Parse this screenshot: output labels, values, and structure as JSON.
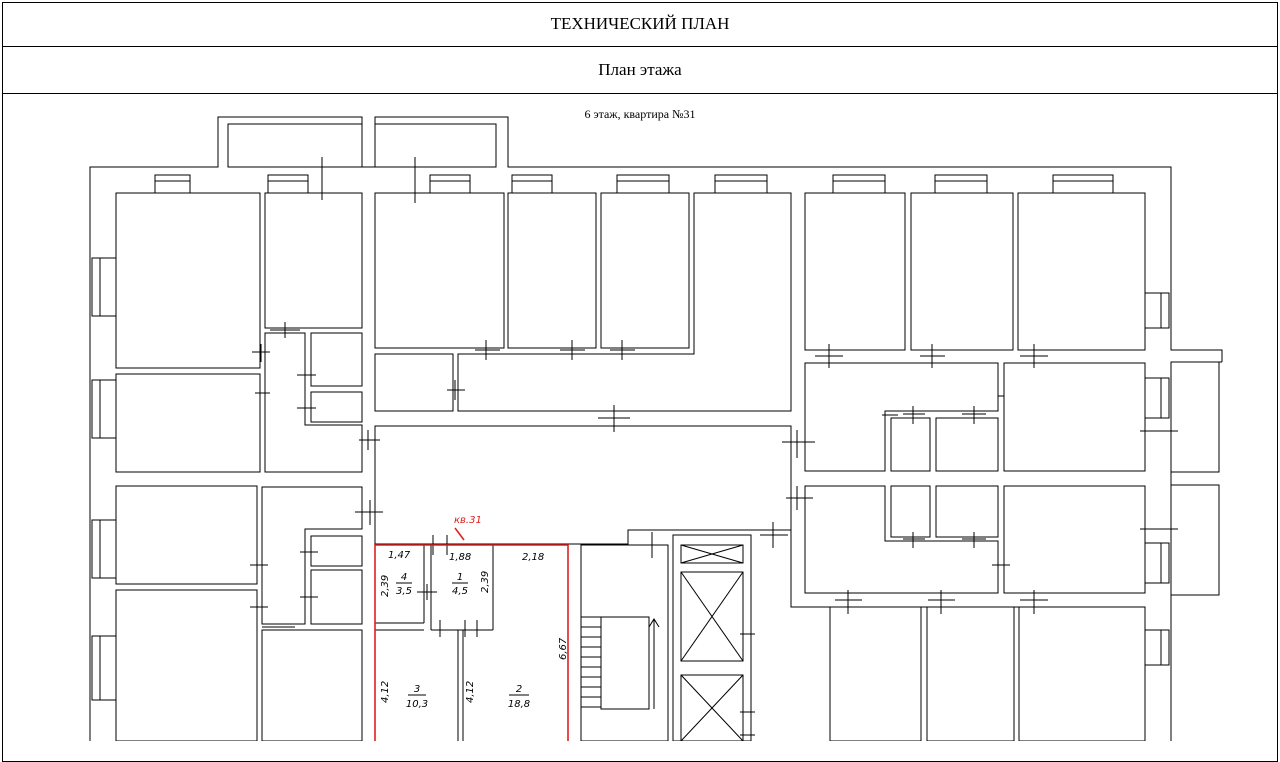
{
  "header": {
    "title": "ТЕХНИЧЕСКИЙ ПЛАН",
    "section": "План этажа",
    "floor_caption": "6 этаж, квартира №31"
  },
  "apartment": {
    "label": "кв.31",
    "highlight_color": "#e0201f",
    "dimensions": {
      "d1": "1,47",
      "d2": "1,88",
      "d3": "2,18",
      "d4": "2,39",
      "d5": "2,39",
      "d6": "6,67",
      "d7": "4,12",
      "d8": "4,12"
    },
    "rooms": [
      {
        "number": "1",
        "area": "4,5"
      },
      {
        "number": "2",
        "area": "18,8"
      },
      {
        "number": "3",
        "area": "10,3"
      },
      {
        "number": "4",
        "area": "3,5"
      }
    ]
  }
}
